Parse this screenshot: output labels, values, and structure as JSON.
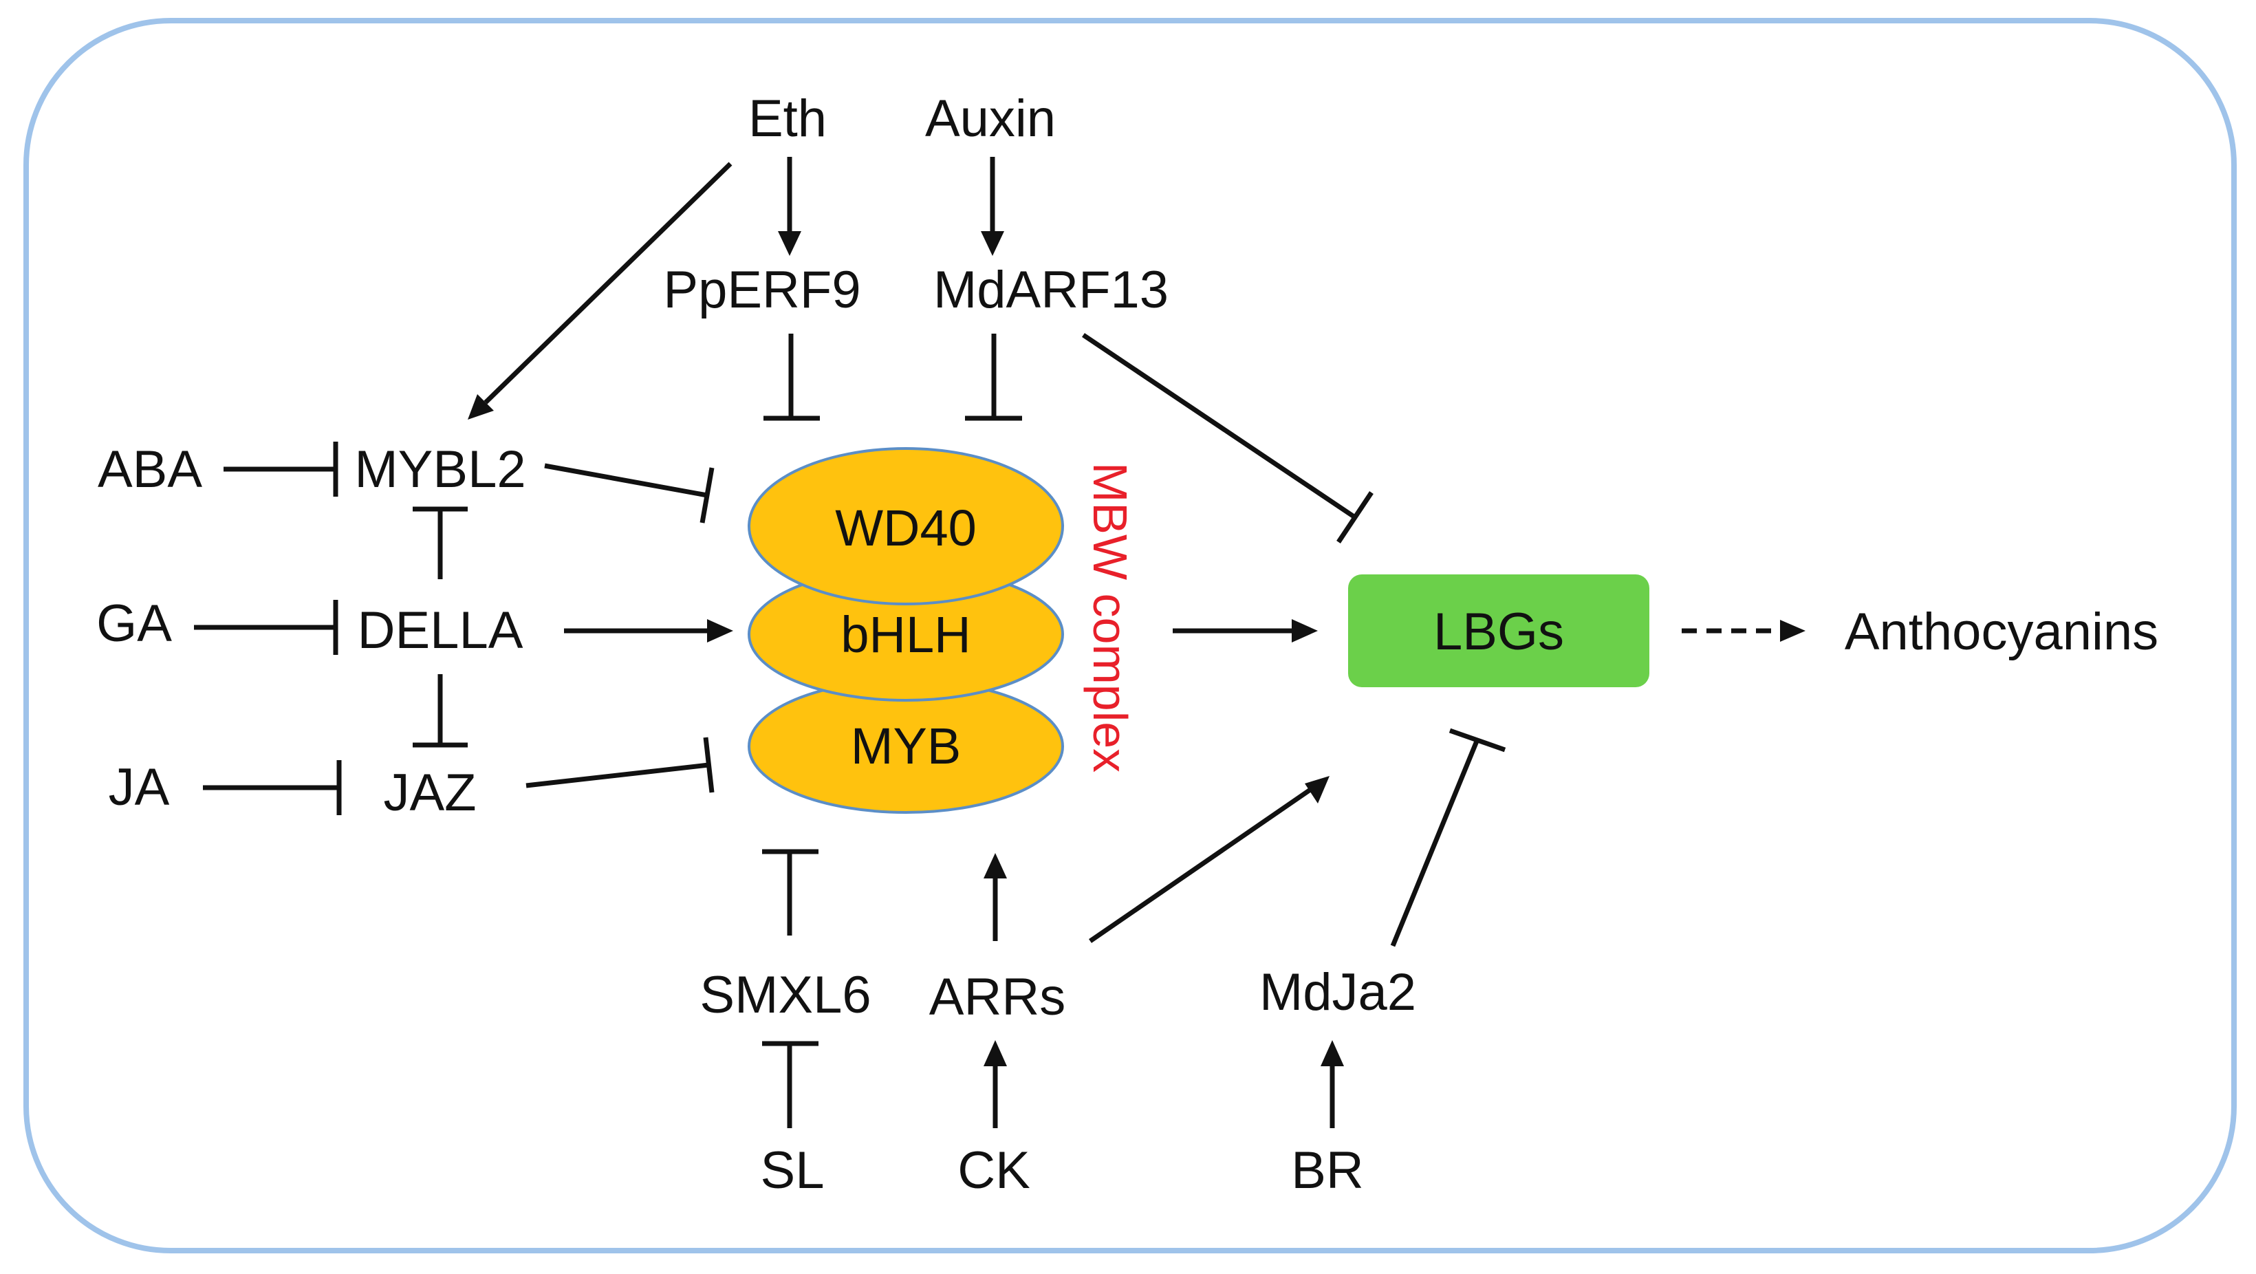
{
  "diagram": {
    "colors": {
      "frame": "#9fc3ea",
      "oval_fill": "#ffc20e",
      "oval_stroke": "#5b8ec7",
      "lbg_fill": "#6bd04a",
      "complex_label": "#e8202a",
      "line": "#111111"
    },
    "nodes": {
      "eth": "Eth",
      "auxin": "Auxin",
      "pperf9": "PpERF9",
      "mdarf13": "MdARF13",
      "aba": "ABA",
      "mybl2": "MYBL2",
      "ga": "GA",
      "della": "DELLA",
      "ja": "JA",
      "jaz": "JAZ",
      "wd40": "WD40",
      "bhlh": "bHLH",
      "myb": "MYB",
      "complex_label": "MBW complex",
      "lbgs": "LBGs",
      "anthocyanins": "Anthocyanins",
      "smxl6": "SMXL6",
      "arrs": "ARRs",
      "mdja2": "MdJa2",
      "sl": "SL",
      "ck": "CK",
      "br": "BR"
    },
    "relations": [
      {
        "from": "Eth",
        "to": "PpERF9",
        "type": "activates"
      },
      {
        "from": "Eth",
        "to": "MYBL2",
        "type": "activates"
      },
      {
        "from": "Auxin",
        "to": "MdARF13",
        "type": "activates"
      },
      {
        "from": "PpERF9",
        "to": "MBW complex",
        "type": "inhibits"
      },
      {
        "from": "MdARF13",
        "to": "MBW complex",
        "type": "inhibits"
      },
      {
        "from": "MdARF13",
        "to": "LBGs",
        "type": "inhibits"
      },
      {
        "from": "ABA",
        "to": "MYBL2",
        "type": "inhibits"
      },
      {
        "from": "MYBL2",
        "to": "MBW complex",
        "type": "inhibits"
      },
      {
        "from": "DELLA",
        "to": "MYBL2",
        "type": "inhibits"
      },
      {
        "from": "GA",
        "to": "DELLA",
        "type": "inhibits"
      },
      {
        "from": "DELLA",
        "to": "MBW complex",
        "type": "activates"
      },
      {
        "from": "DELLA",
        "to": "JAZ",
        "type": "inhibits"
      },
      {
        "from": "JA",
        "to": "JAZ",
        "type": "inhibits"
      },
      {
        "from": "JAZ",
        "to": "MBW complex",
        "type": "inhibits"
      },
      {
        "from": "MBW complex",
        "to": "LBGs",
        "type": "activates"
      },
      {
        "from": "LBGs",
        "to": "Anthocyanins",
        "type": "leads-to"
      },
      {
        "from": "SMXL6",
        "to": "MBW complex",
        "type": "inhibits"
      },
      {
        "from": "SL",
        "to": "SMXL6",
        "type": "inhibits"
      },
      {
        "from": "ARRs",
        "to": "MBW complex",
        "type": "activates"
      },
      {
        "from": "ARRs",
        "to": "LBGs",
        "type": "activates"
      },
      {
        "from": "CK",
        "to": "ARRs",
        "type": "activates"
      },
      {
        "from": "MdJa2",
        "to": "LBGs",
        "type": "inhibits"
      },
      {
        "from": "BR",
        "to": "MdJa2",
        "type": "activates"
      }
    ]
  }
}
